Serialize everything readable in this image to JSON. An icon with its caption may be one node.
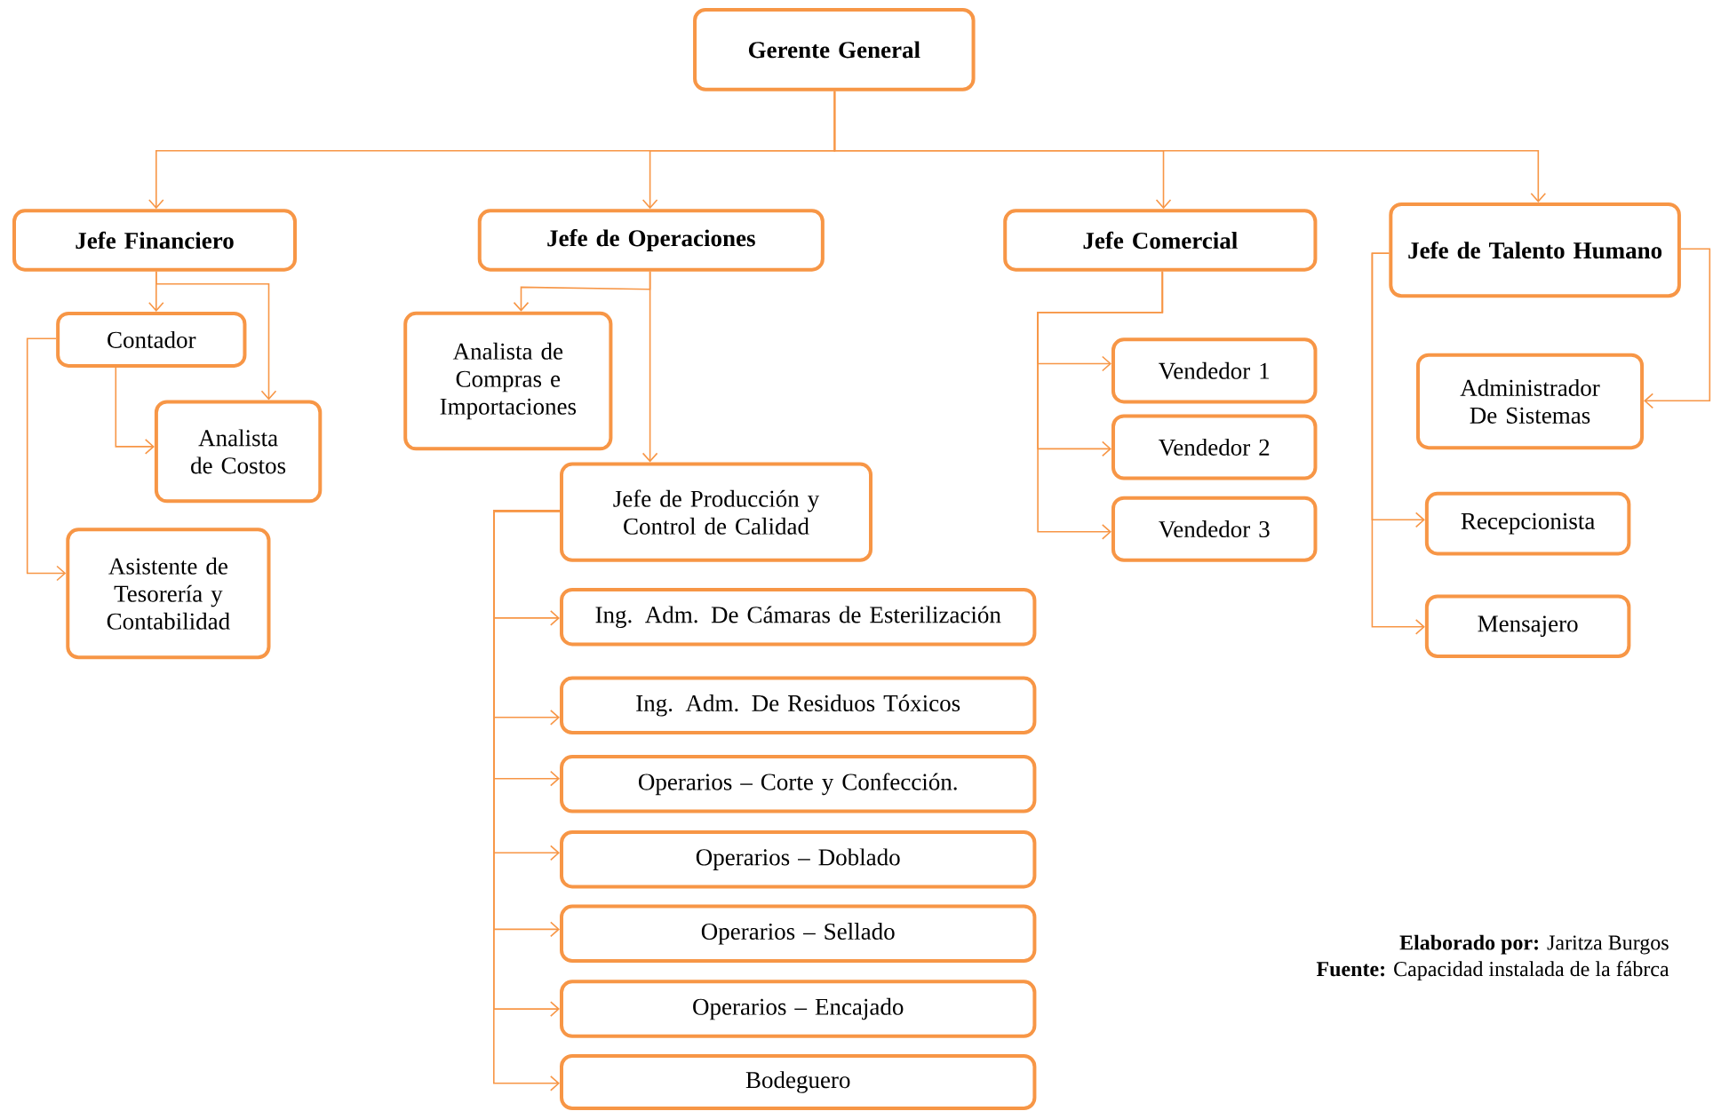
{
  "diagram": {
    "nodes": [
      {
        "text": [
          "Gerente General"
        ]
      },
      {
        "text": [
          "Jefe Financiero"
        ]
      },
      {
        "text": [
          "Jefe de Operaciones"
        ]
      },
      {
        "text": [
          "Jefe Comercial"
        ]
      },
      {
        "text": [
          "Jefe de Talento Humano"
        ]
      },
      {
        "text": [
          "Contador"
        ]
      },
      {
        "text": [
          "Analista de Costos"
        ]
      },
      {
        "text": [
          "Asistente de Tesorería y Contabilidad"
        ]
      },
      {
        "text": [
          "Analista de Compras e Importaciones"
        ]
      },
      {
        "text": [
          "Jefe de Producción y Control de Calidad"
        ]
      },
      {
        "text": [
          "Ing. Adm. De Cámaras de Esterilización"
        ]
      },
      {
        "text": [
          "Ing. Adm. De Residuos Tóxicos"
        ]
      },
      {
        "text": [
          "Operarios – Corte y Confección."
        ]
      },
      {
        "text": [
          "Operarios – Doblado"
        ]
      },
      {
        "text": [
          "Operarios – Sellado"
        ]
      },
      {
        "text": [
          "Operarios – Encajado"
        ]
      },
      {
        "text": [
          "Bodeguero"
        ]
      },
      {
        "text": [
          "Vendedor 1"
        ]
      },
      {
        "text": [
          "Vendedor 2"
        ]
      },
      {
        "text": [
          "Vendedor 3"
        ]
      },
      {
        "text": [
          "Administrador De Sistemas"
        ]
      },
      {
        "text": [
          "Recepcionista"
        ]
      },
      {
        "text": [
          "Mensajero"
        ]
      }
    ],
    "edges": [
      {
        "from": 0,
        "to": 1,
        "arrow": "to"
      },
      {
        "from": 0,
        "to": 2,
        "arrow": "to"
      },
      {
        "from": 0,
        "to": 3,
        "arrow": "to"
      },
      {
        "from": 0,
        "to": 4,
        "arrow": "to"
      },
      {
        "from": 1,
        "to": 5,
        "arrow": "to"
      },
      {
        "from": 1,
        "to": 6,
        "arrow": "to"
      },
      {
        "from": 5,
        "to": 6,
        "arrow": "to"
      },
      {
        "from": 5,
        "to": 7,
        "arrow": "to"
      },
      {
        "from": 2,
        "to": 8,
        "arrow": "to"
      },
      {
        "from": 2,
        "to": 9,
        "arrow": "to"
      },
      {
        "from": 9,
        "to": 10,
        "arrow": "to"
      },
      {
        "from": 9,
        "to": 11,
        "arrow": "to"
      },
      {
        "from": 9,
        "to": 12,
        "arrow": "to"
      },
      {
        "from": 9,
        "to": 13,
        "arrow": "to"
      },
      {
        "from": 9,
        "to": 14,
        "arrow": "to"
      },
      {
        "from": 9,
        "to": 15,
        "arrow": "to"
      },
      {
        "from": 9,
        "to": 16,
        "arrow": "to"
      },
      {
        "from": 3,
        "to": 17,
        "arrow": "to"
      },
      {
        "from": 3,
        "to": 18,
        "arrow": "to"
      },
      {
        "from": 3,
        "to": 19,
        "arrow": "to"
      },
      {
        "from": 4,
        "to": 20,
        "arrow": "to"
      },
      {
        "from": 4,
        "to": 21,
        "arrow": "to"
      },
      {
        "from": 4,
        "to": 22,
        "arrow": "to"
      }
    ],
    "labels": [
      "**Elaborado por:** Jaritza Burgos",
      "**Fuente:** Capacidad instalada de la fábrca"
    ]
  }
}
